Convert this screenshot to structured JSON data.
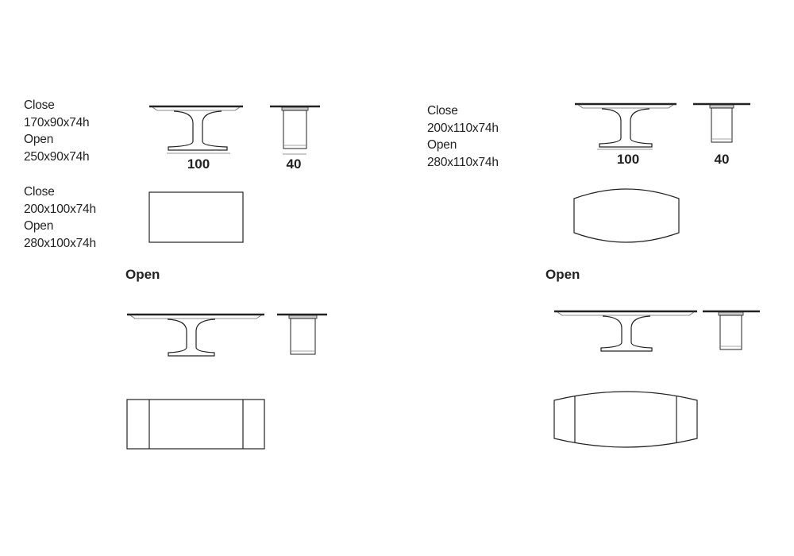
{
  "left": {
    "spec1": {
      "close_label": "Close",
      "close_size": "170x90x74h",
      "open_label": "Open",
      "open_size": "250x90x74h"
    },
    "spec2": {
      "close_label": "Close",
      "close_size": "200x100x74h",
      "open_label": "Open",
      "open_size": "280x100x74h"
    },
    "dim_length": "100",
    "dim_width": "40",
    "open_heading": "Open"
  },
  "right": {
    "spec": {
      "close_label": "Close",
      "close_size": "200x110x74h",
      "open_label": "Open",
      "open_size": "280x110x74h"
    },
    "dim_length": "100",
    "dim_width": "40",
    "open_heading": "Open"
  }
}
